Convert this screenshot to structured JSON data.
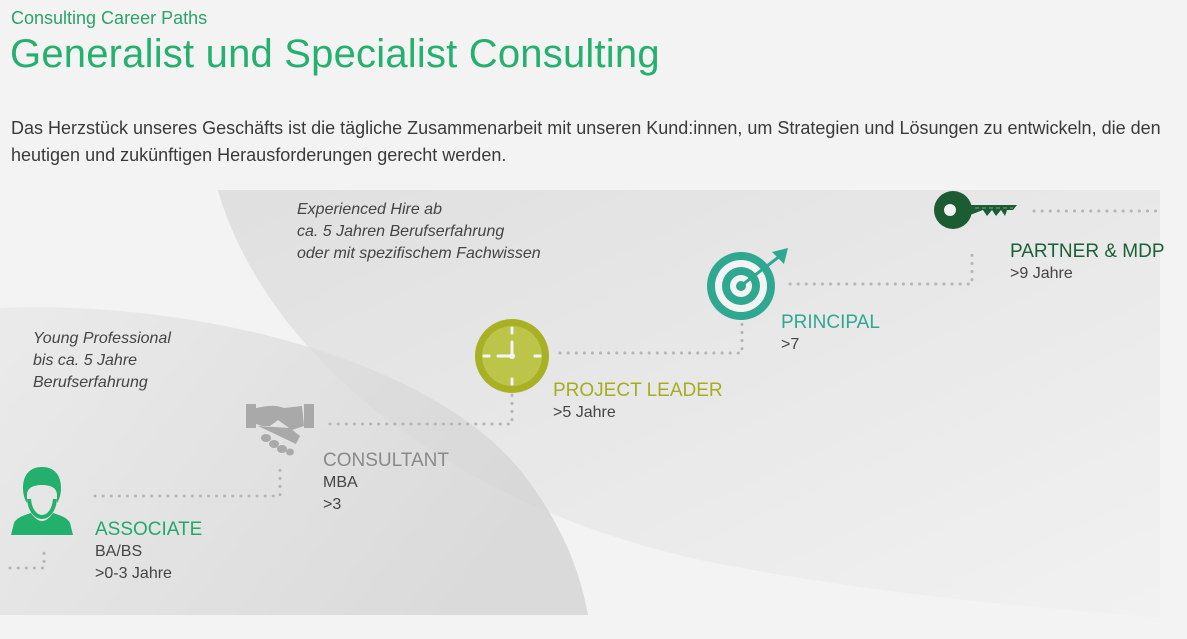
{
  "header": {
    "subtitle": "Consulting Career Paths",
    "title": "Generalist und Specialist Consulting"
  },
  "intro": "Das Herzstück unseres Geschäfts ist die tägliche Zusammenarbeit mit unseren Kund:innen, um Strategien und Lösungen zu entwickeln, die den heutigen und zukünftigen Herausforderungen gerecht werden.",
  "notes": {
    "experienced": [
      "Experienced Hire ab",
      "ca. 5 Jahren Berufserfahrung",
      "oder mit spezifischem Fachwissen"
    ],
    "young": [
      "Young Professional",
      "bis ca. 5 Jahre",
      "Berufserfahrung"
    ]
  },
  "steps": [
    {
      "title": "ASSOCIATE",
      "lines": [
        "BA/BS",
        ">0-3 Jahre"
      ],
      "icon": "person-icon",
      "color": "#22a86c"
    },
    {
      "title": "CONSULTANT",
      "lines": [
        "MBA",
        ">3"
      ],
      "icon": "handshake-icon",
      "color": "#8a8a8a"
    },
    {
      "title": "PROJECT LEADER",
      "lines": [
        ">5 Jahre"
      ],
      "icon": "clock-icon",
      "color": "#a5ad1f"
    },
    {
      "title": "PRINCIPAL",
      "lines": [
        ">7"
      ],
      "icon": "target-icon",
      "color": "#2ea890"
    },
    {
      "title": "PARTNER & MDP",
      "lines": [
        ">9 Jahre"
      ],
      "icon": "key-icon",
      "color": "#1a5f36"
    }
  ]
}
